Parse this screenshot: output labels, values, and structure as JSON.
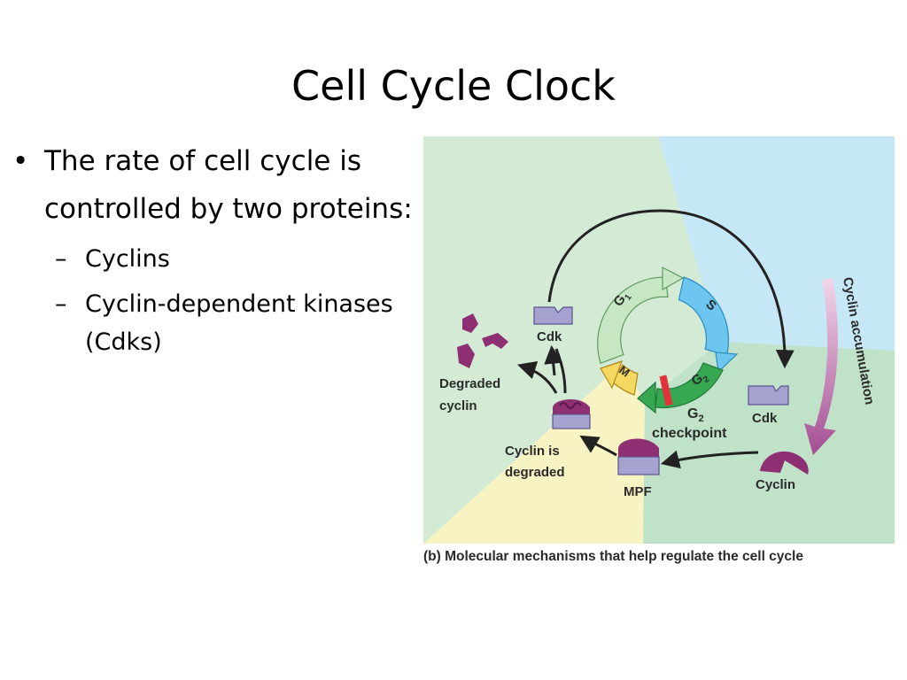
{
  "slide": {
    "title": "Cell Cycle Clock"
  },
  "bullets": {
    "main": "The rate of cell cycle is controlled by two proteins:",
    "sub": [
      "Cyclins",
      "Cyclin-dependent kinases (Cdks)"
    ]
  },
  "figure": {
    "caption": "(b) Molecular mechanisms that help regulate the cell cycle",
    "phases": {
      "g1": "G",
      "g1_sub": "1",
      "s": "S",
      "g2": "G",
      "g2_sub": "2",
      "m": "M"
    },
    "checkpoint": {
      "line1": "G",
      "line1_sub": "2",
      "line2": "checkpoint"
    },
    "labels": {
      "cdk_top": "Cdk",
      "cdk_right": "Cdk",
      "cyclin": "Cyclin",
      "mpf": "MPF",
      "cyclin_degraded_1": "Cyclin is",
      "cyclin_degraded_2": "degraded",
      "degraded_cyclin_1": "Degraded",
      "degraded_cyclin_2": "cyclin",
      "cyclin_accumulation": "Cyclin accumulation"
    },
    "colors": {
      "bg_green": "#d3ead5",
      "bg_blue": "#c6e7f6",
      "bg_yellow": "#f8f3c2",
      "bg_mint": "#bfe2c8",
      "g1": "#c6e6c4",
      "s": "#6cc6ef",
      "g2": "#36a852",
      "m": "#f5d860",
      "cdk": "#a6a2cf",
      "cyclin": "#8e2f73",
      "checkpoint": "#e2333c"
    }
  }
}
